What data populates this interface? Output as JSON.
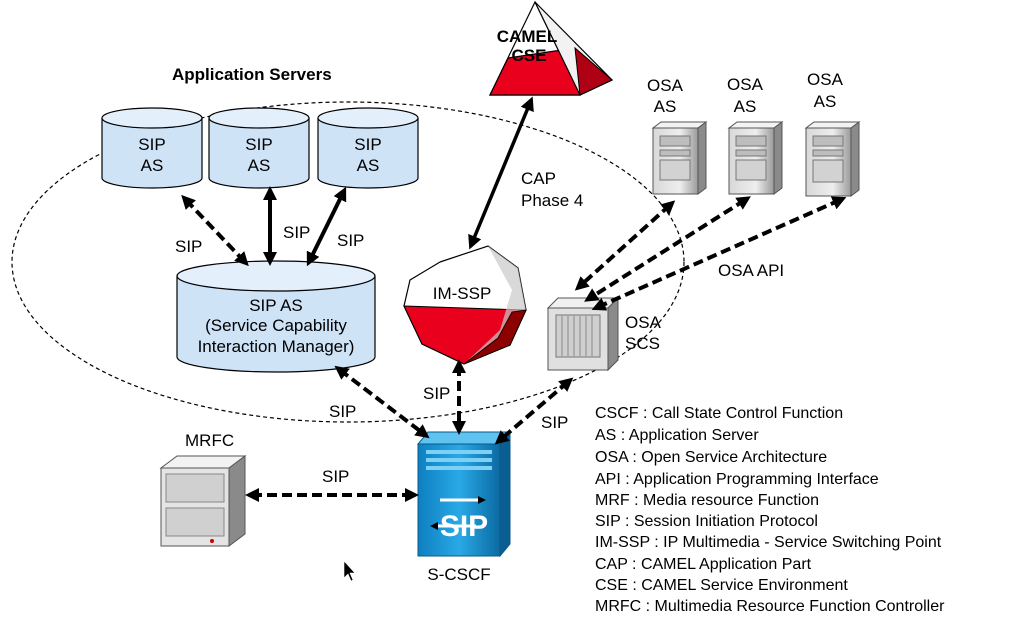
{
  "title": "Application Servers",
  "camel_cse": [
    "CAMEL",
    "CSE"
  ],
  "cap_link": [
    "CAP",
    "Phase 4"
  ],
  "sip_as_small": [
    [
      "SIP",
      "AS"
    ],
    [
      "SIP",
      "AS"
    ],
    [
      "SIP",
      "AS"
    ]
  ],
  "scim": [
    "SIP AS",
    "(Service Capability",
    "Interaction Manager)"
  ],
  "im_ssp": "IM-SSP",
  "osa_as": [
    [
      "OSA",
      "AS"
    ],
    [
      "OSA",
      "AS"
    ],
    [
      "OSA",
      "AS"
    ]
  ],
  "osa_api": "OSA API",
  "osa_scs": [
    "OSA",
    "SCS"
  ],
  "mrfc": "MRFC",
  "s_cscf": "S-CSCF",
  "sip_logo": "SIP",
  "sip_labels": {
    "as1": "SIP",
    "as2": "SIP",
    "as3": "SIP",
    "scim": "SIP",
    "imssp": "SIP",
    "osa": "SIP",
    "mrfc": "SIP"
  },
  "legend": [
    "CSCF : Call State Control Function",
    "AS : Application Server",
    "OSA : Open Service Architecture",
    "API : Application Programming Interface",
    "MRF : Media resource Function",
    "SIP : Session Initiation Protocol",
    "IM-SSP : IP Multimedia - Service Switching Point",
    "CAP : CAMEL Application Part",
    "CSE : CAMEL Service Environment",
    "MRFC : Multimedia Resource Function Controller"
  ],
  "colors": {
    "cylinder": "#cfe3f7",
    "red": "#e8001c",
    "darkred": "#8c0000",
    "cscf_blue": "#1a9ad8"
  }
}
